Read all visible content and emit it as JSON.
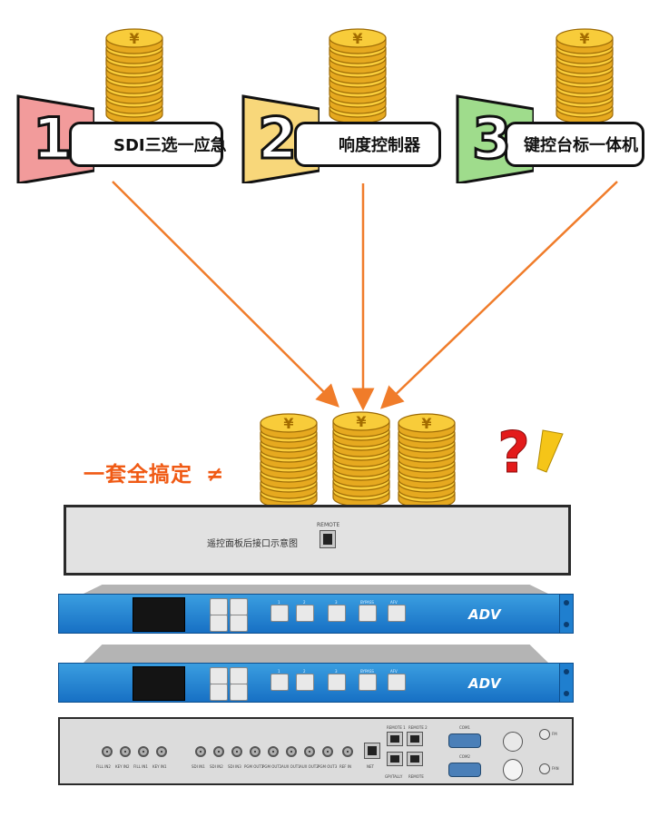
{
  "banners": [
    {
      "number": "1",
      "label": "SDI三选一应急",
      "color": "#f29b9b"
    },
    {
      "number": "2",
      "label": "响度控制器",
      "color": "#f8d77a"
    },
    {
      "number": "3",
      "label": "键控台标一体机",
      "color": "#9fdc8c"
    }
  ],
  "coin_symbol": "¥",
  "slogan": "一套全搞定",
  "slogan_symbol": "≠",
  "accent_color": "#f05a14",
  "panel": {
    "label": "遥控面板后接口示意图",
    "remote_label": "REMOTE"
  },
  "front_panel": {
    "logo": "ADV",
    "key_labels": [
      "1",
      "2",
      "3",
      "BYPASS",
      "AFV"
    ]
  },
  "back_panel": {
    "bnc_left_labels": [
      "FILL IN2",
      "KEY IN2",
      "FILL IN1",
      "KEY IN1"
    ],
    "bnc_mid_labels": [
      "SDI IN1",
      "SDI IN2",
      "SDI IN3",
      "PGM OUT1",
      "PGM OUT2",
      "AUX OUT1",
      "AUX OUT2",
      "PGM OUT3",
      "REF IN"
    ],
    "net_label": "NET",
    "remote_labels": [
      "REMOTE 1",
      "REMOTE 2"
    ],
    "bottom_labels": [
      "GPI/TALLY",
      "REMOTE"
    ],
    "com_labels": [
      "COM1",
      "COM2"
    ],
    "power_labels": [
      "FM",
      "FAN"
    ]
  }
}
